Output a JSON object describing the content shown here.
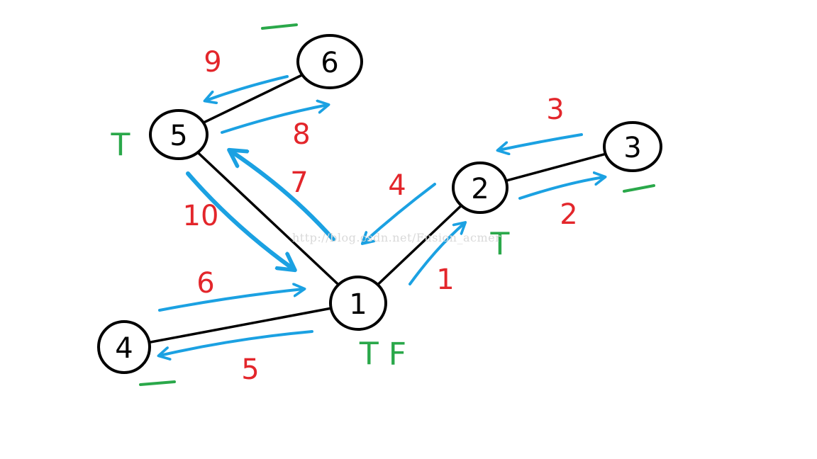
{
  "colors": {
    "edge": "#000000",
    "node": "#000000",
    "order": "#e3262b",
    "arrow": "#1ba1e2",
    "mark": "#2aa84a"
  },
  "nodes": [
    {
      "id": "1",
      "label": "1"
    },
    {
      "id": "2",
      "label": "2"
    },
    {
      "id": "3",
      "label": "3"
    },
    {
      "id": "4",
      "label": "4"
    },
    {
      "id": "5",
      "label": "5"
    },
    {
      "id": "6",
      "label": "6"
    }
  ],
  "edges": [
    {
      "from": "1",
      "to": "2"
    },
    {
      "from": "2",
      "to": "3"
    },
    {
      "from": "1",
      "to": "4"
    },
    {
      "from": "1",
      "to": "5"
    },
    {
      "from": "5",
      "to": "6"
    }
  ],
  "traversal_steps": [
    {
      "step": "1",
      "from": "1",
      "to": "2"
    },
    {
      "step": "2",
      "from": "2",
      "to": "3"
    },
    {
      "step": "3",
      "from": "3",
      "to": "2"
    },
    {
      "step": "4",
      "from": "2",
      "to": "1"
    },
    {
      "step": "5",
      "from": "1",
      "to": "4"
    },
    {
      "step": "6",
      "from": "4",
      "to": "1"
    },
    {
      "step": "7",
      "from": "1",
      "to": "5"
    },
    {
      "step": "8",
      "from": "5",
      "to": "6"
    },
    {
      "step": "9",
      "from": "6",
      "to": "5"
    },
    {
      "step": "10",
      "from": "5",
      "to": "1"
    }
  ],
  "node_marks": [
    {
      "node": "1",
      "mark": "T F"
    },
    {
      "node": "2",
      "mark": "T"
    },
    {
      "node": "5",
      "mark": "T"
    },
    {
      "node": "3",
      "mark": "—"
    },
    {
      "node": "4",
      "mark": "—"
    },
    {
      "node": "6",
      "mark": "—"
    }
  ],
  "watermark": "http://blog.csdn.net/Fusion_acmer"
}
